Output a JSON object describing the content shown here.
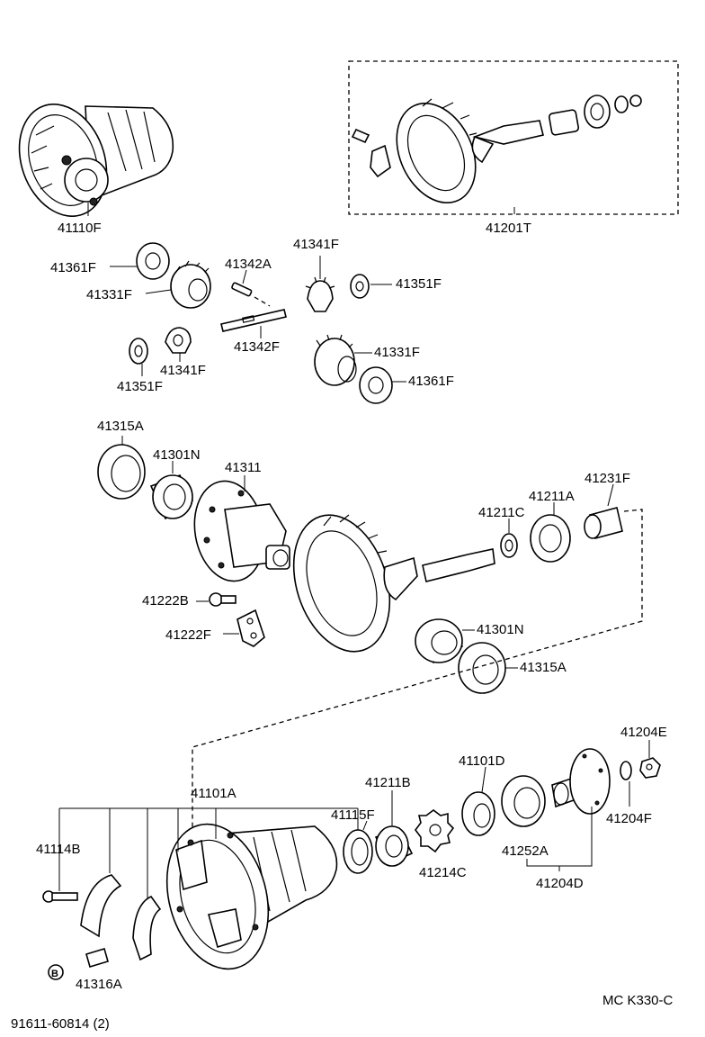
{
  "parts": [
    {
      "id": "p1",
      "label": "41110F"
    },
    {
      "id": "p2",
      "label": "41201T"
    },
    {
      "id": "p3",
      "label": "41361F"
    },
    {
      "id": "p4",
      "label": "41331F"
    },
    {
      "id": "p5",
      "label": "41342A"
    },
    {
      "id": "p6",
      "label": "41341F"
    },
    {
      "id": "p7",
      "label": "41351F"
    },
    {
      "id": "p8",
      "label": "41342F"
    },
    {
      "id": "p9",
      "label": "41341F"
    },
    {
      "id": "p10",
      "label": "41351F"
    },
    {
      "id": "p11",
      "label": "41331F"
    },
    {
      "id": "p12",
      "label": "41361F"
    },
    {
      "id": "p13",
      "label": "41315A"
    },
    {
      "id": "p14",
      "label": "41301N"
    },
    {
      "id": "p15",
      "label": "41311"
    },
    {
      "id": "p16",
      "label": "41231F"
    },
    {
      "id": "p17",
      "label": "41211A"
    },
    {
      "id": "p18",
      "label": "41211C"
    },
    {
      "id": "p19",
      "label": "41222B"
    },
    {
      "id": "p20",
      "label": "41222F"
    },
    {
      "id": "p21",
      "label": "41301N"
    },
    {
      "id": "p22",
      "label": "41315A"
    },
    {
      "id": "p23",
      "label": "41204E"
    },
    {
      "id": "p24",
      "label": "41101D"
    },
    {
      "id": "p25",
      "label": "41211B"
    },
    {
      "id": "p26",
      "label": "41101A"
    },
    {
      "id": "p27",
      "label": "41115F"
    },
    {
      "id": "p28",
      "label": "41114B"
    },
    {
      "id": "p29",
      "label": "41214C"
    },
    {
      "id": "p30",
      "label": "41252A"
    },
    {
      "id": "p31",
      "label": "41204F"
    },
    {
      "id": "p32",
      "label": "41204D"
    },
    {
      "id": "p33",
      "label": "41316A"
    },
    {
      "id": "p34",
      "label": "91611-60814 (2)"
    }
  ],
  "std_part_symbol": "B",
  "diagram_code": "MC K330-C"
}
